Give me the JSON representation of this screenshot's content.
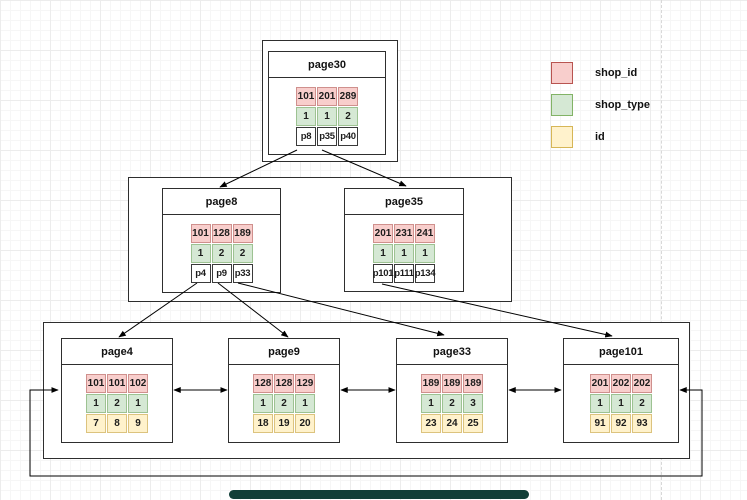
{
  "legend": {
    "items": [
      {
        "label": "shop_id",
        "fill": "#f8cecc",
        "stroke": "#b85450"
      },
      {
        "label": "shop_type",
        "fill": "#d5e8d4",
        "stroke": "#82b366"
      },
      {
        "label": "id",
        "fill": "#fff2cc",
        "stroke": "#d6b656"
      }
    ]
  },
  "pages": {
    "page30": {
      "title": "page30",
      "rows": [
        {
          "type": "shop_id",
          "cells": [
            "101",
            "201",
            "289"
          ]
        },
        {
          "type": "shop_type",
          "cells": [
            "1",
            "1",
            "2"
          ]
        },
        {
          "type": "pointer",
          "cells": [
            "p8",
            "p35",
            "p40"
          ]
        }
      ]
    },
    "page8": {
      "title": "page8",
      "rows": [
        {
          "type": "shop_id",
          "cells": [
            "101",
            "128",
            "189"
          ]
        },
        {
          "type": "shop_type",
          "cells": [
            "1",
            "2",
            "2"
          ]
        },
        {
          "type": "pointer",
          "cells": [
            "p4",
            "p9",
            "p33"
          ]
        }
      ]
    },
    "page35": {
      "title": "page35",
      "rows": [
        {
          "type": "shop_id",
          "cells": [
            "201",
            "231",
            "241"
          ]
        },
        {
          "type": "shop_type",
          "cells": [
            "1",
            "1",
            "1"
          ]
        },
        {
          "type": "pointer",
          "cells": [
            "p101",
            "p111",
            "p134"
          ]
        }
      ]
    },
    "page4": {
      "title": "page4",
      "rows": [
        {
          "type": "shop_id",
          "cells": [
            "101",
            "101",
            "102"
          ]
        },
        {
          "type": "shop_type",
          "cells": [
            "1",
            "2",
            "1"
          ]
        },
        {
          "type": "id",
          "cells": [
            "7",
            "8",
            "9"
          ]
        }
      ]
    },
    "page9": {
      "title": "page9",
      "rows": [
        {
          "type": "shop_id",
          "cells": [
            "128",
            "128",
            "129"
          ]
        },
        {
          "type": "shop_type",
          "cells": [
            "1",
            "2",
            "1"
          ]
        },
        {
          "type": "id",
          "cells": [
            "18",
            "19",
            "20"
          ]
        }
      ]
    },
    "page33": {
      "title": "page33",
      "rows": [
        {
          "type": "shop_id",
          "cells": [
            "189",
            "189",
            "189"
          ]
        },
        {
          "type": "shop_type",
          "cells": [
            "1",
            "2",
            "3"
          ]
        },
        {
          "type": "id",
          "cells": [
            "23",
            "24",
            "25"
          ]
        }
      ]
    },
    "page101": {
      "title": "page101",
      "rows": [
        {
          "type": "shop_id",
          "cells": [
            "201",
            "202",
            "202"
          ]
        },
        {
          "type": "shop_type",
          "cells": [
            "1",
            "1",
            "2"
          ]
        },
        {
          "type": "id",
          "cells": [
            "91",
            "92",
            "93"
          ]
        }
      ]
    }
  }
}
